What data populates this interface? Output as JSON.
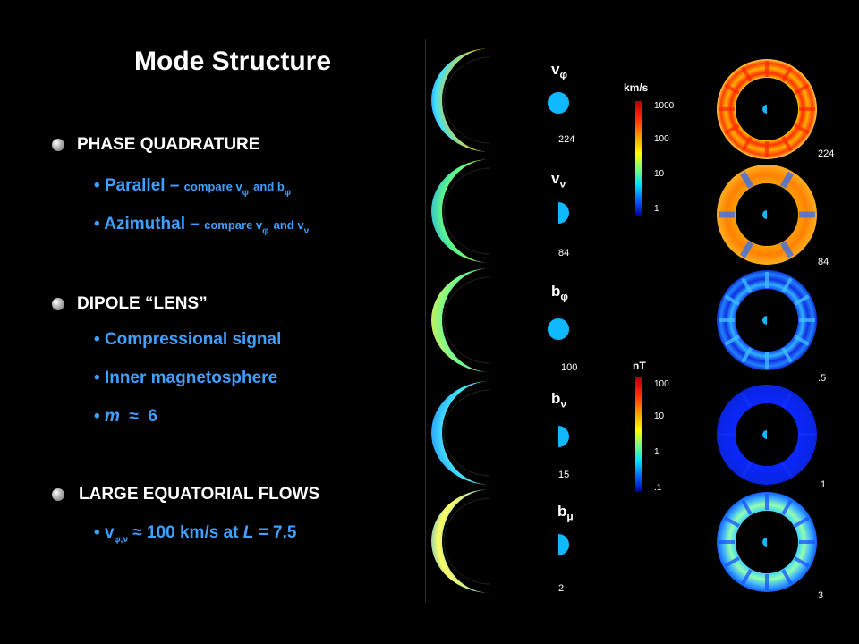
{
  "title": "Mode Structure",
  "sections": {
    "phase": {
      "heading": "PHASE QUADRATURE",
      "items": {
        "parallel": {
          "main": "Parallel –",
          "note_a": "compare v",
          "sub_a": "φ",
          "note_b": "and b",
          "sub_b": "φ"
        },
        "azimuthal": {
          "main": "Azimuthal –",
          "note_a": "compare v",
          "sub_a": "φ",
          "note_b": "and v",
          "sub_b": "ν"
        }
      }
    },
    "lens": {
      "heading": "DIPOLE “LENS”",
      "items": {
        "compressional": "Compressional signal",
        "inner": "Inner magnetosphere",
        "m_symbol": "m",
        "m_relation": "≈",
        "m_value": "6"
      }
    },
    "flows": {
      "heading": "LARGE EQUATORIAL FLOWS",
      "item": {
        "var": "v",
        "sub": "φ,ν",
        "text": "≈ 100 km/s  at ",
        "L": "L",
        "tail": " = 7.5"
      }
    }
  },
  "panels": [
    {
      "sym": "v",
      "sub": "φ",
      "value": "224",
      "ring_value": "224"
    },
    {
      "sym": "v",
      "sub": "ν",
      "value": "84",
      "ring_value": "84"
    },
    {
      "sym": "b",
      "sub": "φ",
      "value": "100",
      "ring_value": ".5"
    },
    {
      "sym": "b",
      "sub": "ν",
      "value": "15",
      "ring_value": ".1"
    },
    {
      "sym": "b",
      "sub": "μ",
      "value": "2",
      "ring_value": "3"
    }
  ],
  "colorbars": {
    "velocity": {
      "title": "km/s",
      "ticks": [
        "1000",
        "100",
        "10",
        "1"
      ]
    },
    "field": {
      "title": "nT",
      "ticks": [
        "100",
        "10",
        "1",
        ".1"
      ]
    }
  },
  "colors": {
    "accent_text": "#3ea0ff",
    "background": "#000000"
  }
}
